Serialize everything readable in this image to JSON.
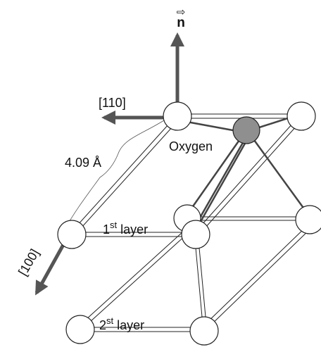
{
  "normal_vector": {
    "arrow": "⇨",
    "letter": "n"
  },
  "directions": {
    "d110": "[110]",
    "d100": "[100]"
  },
  "distance": {
    "value": "4.09",
    "unit": "Å"
  },
  "labels": {
    "oxygen": "Oxygen",
    "layer1_ord": "1",
    "layer1_sup": "st",
    "layer1_word": "layer",
    "layer2_ord": "2",
    "layer2_sup": "st",
    "layer2_word": "layer"
  },
  "colors": {
    "oxygen_fill": "#8f8f8f",
    "arrow": "#555555",
    "bond": "#444444",
    "atom_stroke": "#222222"
  }
}
